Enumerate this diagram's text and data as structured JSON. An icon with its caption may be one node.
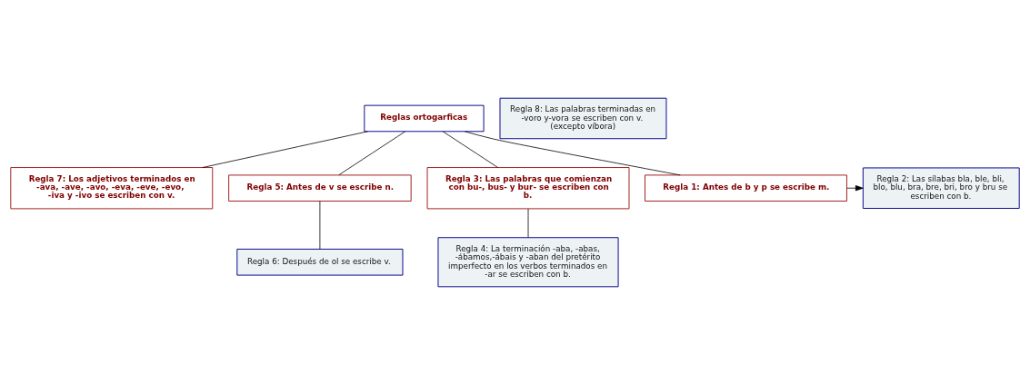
{
  "diagram": {
    "nodes": [
      {
        "text": [
          "Reglas ortogarficas"
        ]
      },
      {
        "text": [
          "Regla 1: Antes de b y p se escribe m."
        ]
      },
      {
        "text": [
          "Regla 7: Los adjetivos terminados en -ava, -ave, -avo, -eva, -eve, -evo, -iva y -ivo se escriben con v."
        ]
      },
      {
        "text": [
          "Regla 2: Las sílabas bla, ble, bli, blo, blu, bra, bre, bri, bro y bru se escriben con b."
        ]
      },
      {
        "text": [
          "Regla 8: Las palabras terminadas en -voro y-vora se escriben con v. (excepto víbora)"
        ]
      },
      {
        "text": [
          "Regla 5: Antes de v se escribe n."
        ]
      },
      {
        "text": [
          "Regla 3: Las palabras que comienzan con bu-, bus- y bur- se escriben con b."
        ]
      },
      {
        "text": [
          "Regla 6: Después de ol se escribe v."
        ]
      },
      {
        "text": [
          "Regla 4: La terminación -aba, -abas, -ábamos,-ábais y -aban del pretérito imperfecto en los verbos terminados en -ar se escriben con b."
        ]
      }
    ],
    "edges": [
      {
        "from": 0,
        "to": 2,
        "arrow": "none"
      },
      {
        "from": 0,
        "to": 5,
        "arrow": "none"
      },
      {
        "from": 0,
        "to": 6,
        "arrow": "none"
      },
      {
        "from": 0,
        "to": 1,
        "arrow": "none"
      },
      {
        "from": 1,
        "to": 3,
        "arrow": "to"
      },
      {
        "from": 5,
        "to": 7,
        "arrow": "none"
      },
      {
        "from": 6,
        "to": 8,
        "arrow": "none"
      }
    ]
  }
}
